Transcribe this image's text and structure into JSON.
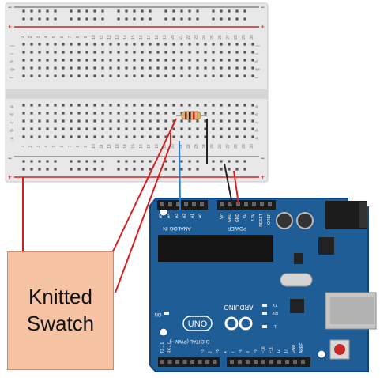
{
  "breadboard": {
    "column_numbers": [
      "1",
      "2",
      "3",
      "4",
      "5",
      "6",
      "7",
      "8",
      "9",
      "10",
      "11",
      "12",
      "13",
      "14",
      "15",
      "16",
      "17",
      "18",
      "19",
      "20",
      "21",
      "22",
      "23",
      "24",
      "25",
      "26",
      "27",
      "28",
      "29",
      "30"
    ],
    "row_letters_top": [
      "j",
      "i",
      "h",
      "g",
      "f"
    ],
    "row_letters_bottom": [
      "e",
      "d",
      "c",
      "b",
      "a"
    ],
    "rail_plus": "+",
    "rail_minus": "−"
  },
  "arduino": {
    "logo": "UNO",
    "brand": "ARDUINO",
    "analog_header": "ANALOG IN",
    "analog_pins": [
      "A5",
      "A4",
      "A3",
      "A2",
      "A1",
      "A0"
    ],
    "power_header": "POWER",
    "power_pins": [
      "Vin",
      "GND",
      "GND",
      "5V",
      "3.3V",
      "RESET",
      "IOREF"
    ],
    "digital_header": "DIGITAL (PWM~)",
    "digital_pins_left": [
      "TX→1",
      "RX←0"
    ],
    "digital_pins_right": [
      "~3",
      "2",
      "~5",
      "4",
      "7",
      "~6",
      "8",
      "~9",
      "~10",
      "~11",
      "12",
      "13",
      "GND",
      "AREF"
    ],
    "led_labels": [
      "TX",
      "RX",
      "L"
    ],
    "on_label": "ON"
  },
  "swatch": {
    "line1": "Knitted",
    "line2": "Swatch"
  },
  "colors": {
    "board_blue": "#1f5d96",
    "board_dark": "#16457a",
    "breadboard": "#e9e9e9",
    "wire_red": "#d62020",
    "wire_blue": "#1e7fd1",
    "wire_black": "#222222",
    "swatch_fill": "#f6c3a5"
  }
}
